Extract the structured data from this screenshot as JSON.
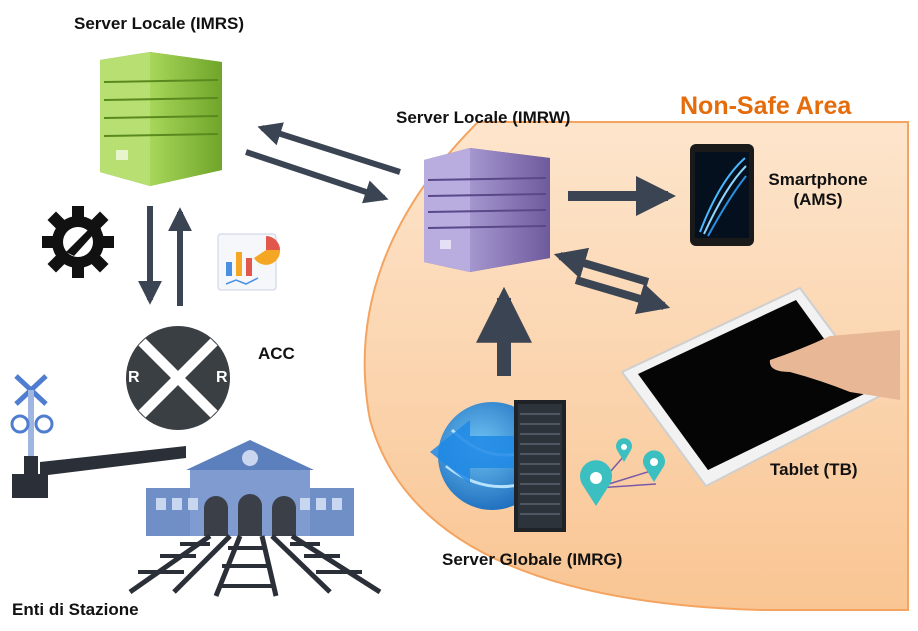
{
  "zone": {
    "title": "Non-Safe Area"
  },
  "nodes": {
    "imrs": {
      "label": "Server Locale (IMRS)"
    },
    "imrw": {
      "label": "Server Locale (IMRW)"
    },
    "smartphone": {
      "label_line1": "Smartphone",
      "label_line2": "(AMS)"
    },
    "tablet": {
      "label": "Tablet (TB)"
    },
    "acc": {
      "label": "ACC",
      "badge": "R"
    },
    "imrg": {
      "label": "Server Globale (IMRG)"
    },
    "stazione": {
      "label": "Enti di Stazione"
    }
  },
  "colors": {
    "zone_fill": "#fbd6b5",
    "zone_border": "#f4a460",
    "zone_title": "#e46c0a",
    "server_green": "#8dc63f",
    "server_purple": "#8a77b8",
    "arrow": "#4a5563",
    "station_blue": "#7f9bd0"
  }
}
